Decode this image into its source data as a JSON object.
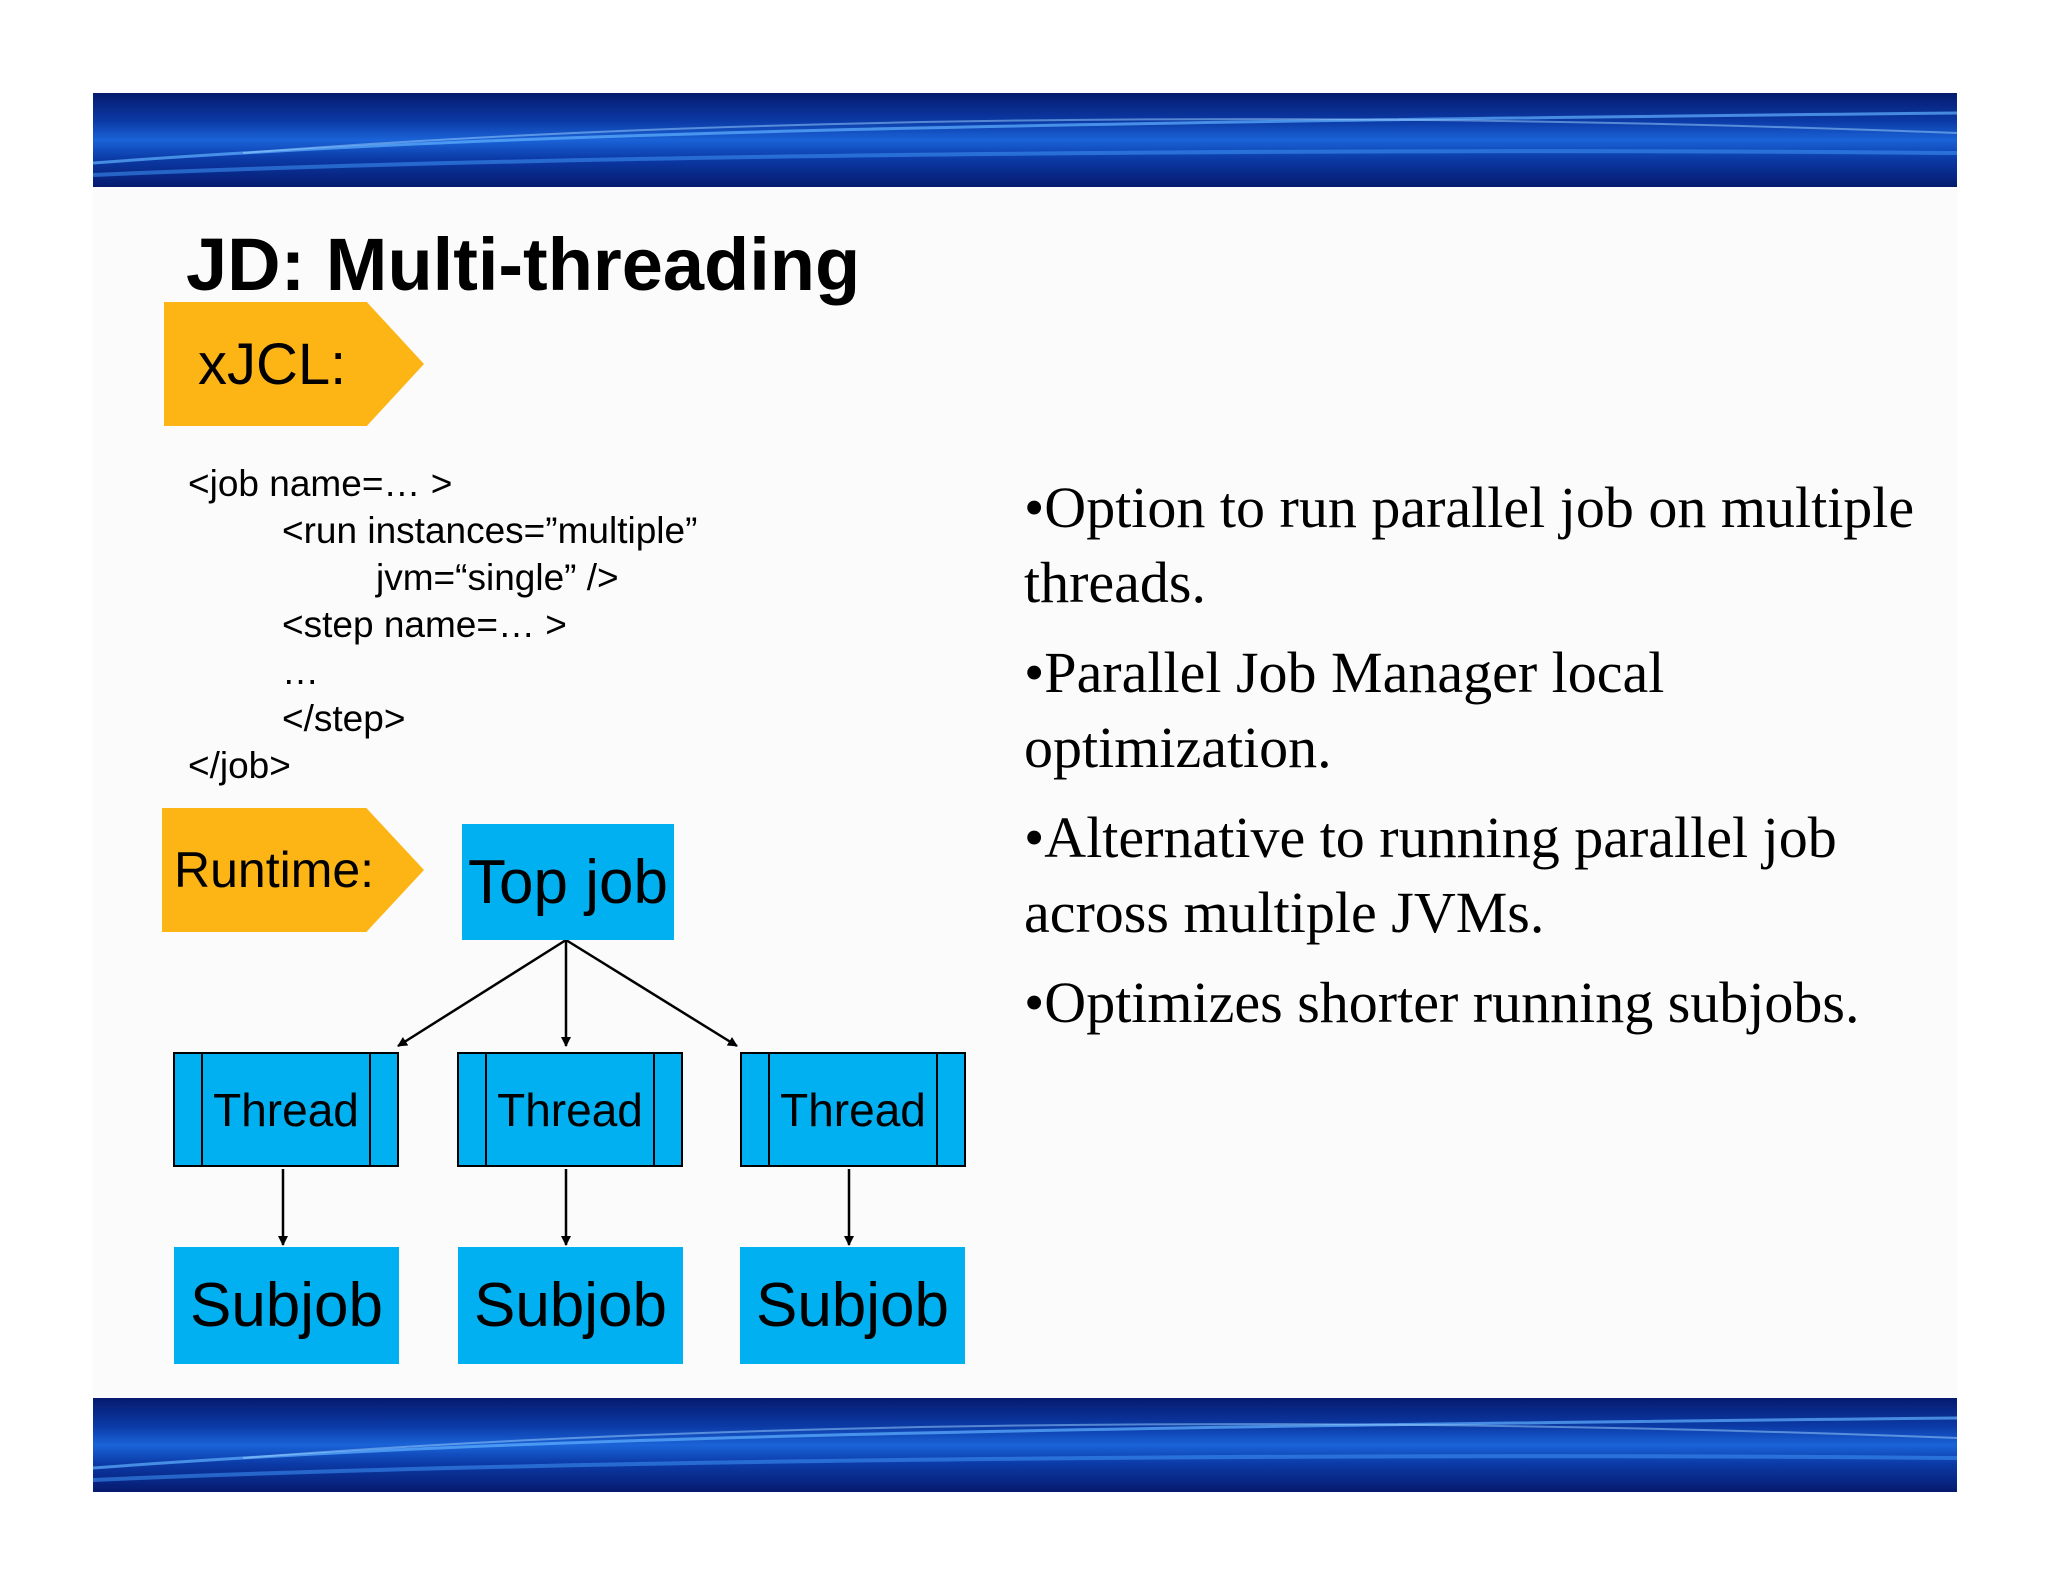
{
  "slide": {
    "title": "JD: Multi-threading",
    "xjcl_label": "xJCL:",
    "runtime_label": "Runtime:",
    "code_lines": [
      "<job name=… >",
      "<run instances=”multiple”",
      "jvm=“single” />",
      "<step name=… >",
      "…",
      "</step>",
      "</job>"
    ],
    "diagram": {
      "top": "Top job",
      "threads": [
        "Thread",
        "Thread",
        "Thread"
      ],
      "subjobs": [
        "Subjob",
        "Subjob",
        "Subjob"
      ]
    },
    "bullets": [
      "•Option to run parallel job on multiple threads.",
      "•Parallel Job Manager local optimization.",
      "•Alternative to running parallel job across multiple JVMs.",
      "•Optimizes shorter running subjobs."
    ]
  },
  "colors": {
    "box_fill": "#00b0f0",
    "label_fill": "#fdb515",
    "band_dark": "#061a6e",
    "band_light": "#1a63d8"
  }
}
